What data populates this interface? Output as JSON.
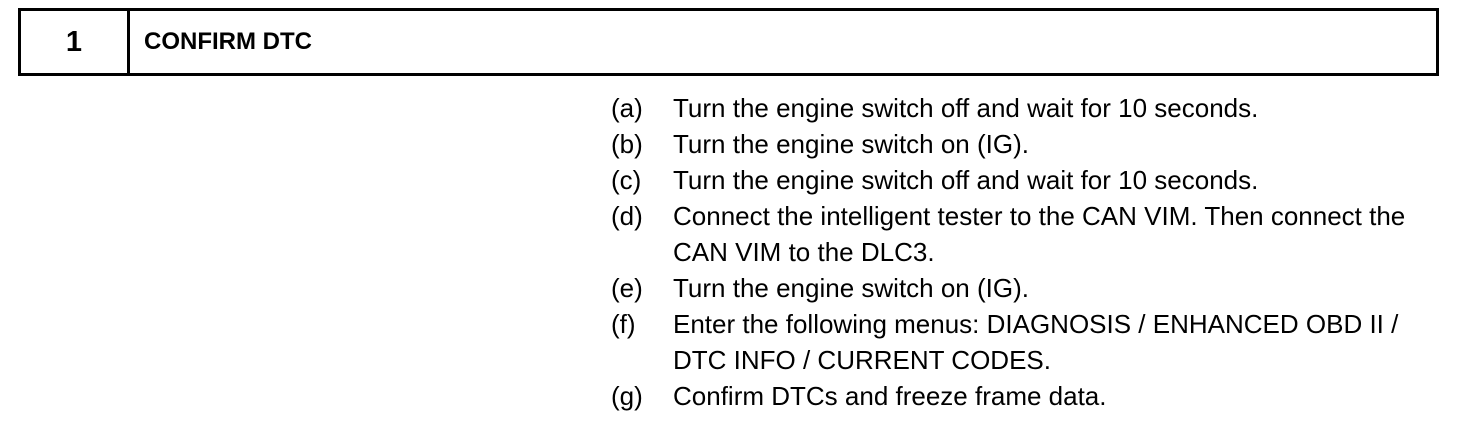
{
  "header": {
    "step_number": "1",
    "title": "CONFIRM DTC"
  },
  "instructions": [
    {
      "marker": "(a)",
      "text": "Turn the engine switch off and wait for 10 seconds."
    },
    {
      "marker": "(b)",
      "text": "Turn the engine switch on (IG)."
    },
    {
      "marker": "(c)",
      "text": "Turn the engine switch off and wait for 10 seconds."
    },
    {
      "marker": "(d)",
      "text": "Connect the intelligent tester to the CAN VIM. Then connect the CAN VIM to the DLC3."
    },
    {
      "marker": "(e)",
      "text": "Turn the engine switch on (IG)."
    },
    {
      "marker": "(f)",
      "text": "Enter the following menus: DIAGNOSIS / ENHANCED OBD II / DTC INFO / CURRENT CODES."
    },
    {
      "marker": "(g)",
      "text": "Confirm DTCs and freeze frame data."
    }
  ]
}
